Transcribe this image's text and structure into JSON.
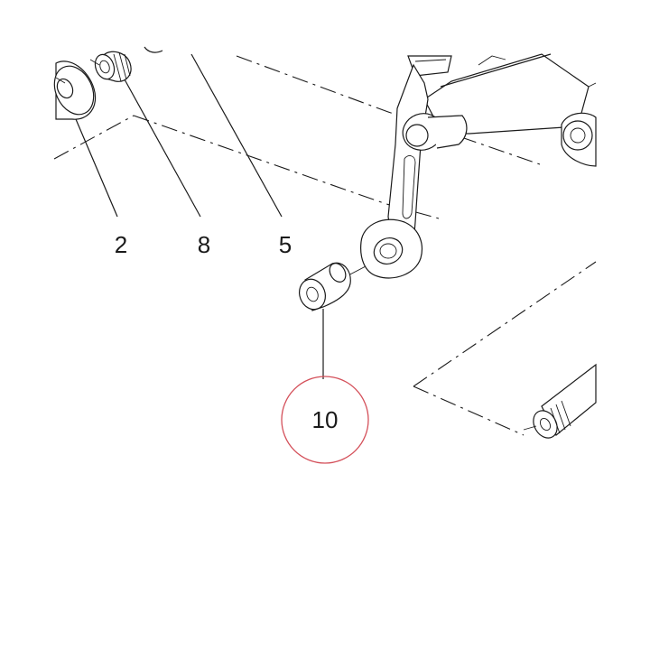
{
  "callouts": [
    {
      "id": "callout-2",
      "label": "2"
    },
    {
      "id": "callout-8",
      "label": "8"
    },
    {
      "id": "callout-5",
      "label": "5"
    },
    {
      "id": "callout-10",
      "label": "10",
      "highlighted": true
    }
  ],
  "colors": {
    "line": "#1a1a1a",
    "highlight": "#d4505a",
    "background": "#ffffff"
  }
}
